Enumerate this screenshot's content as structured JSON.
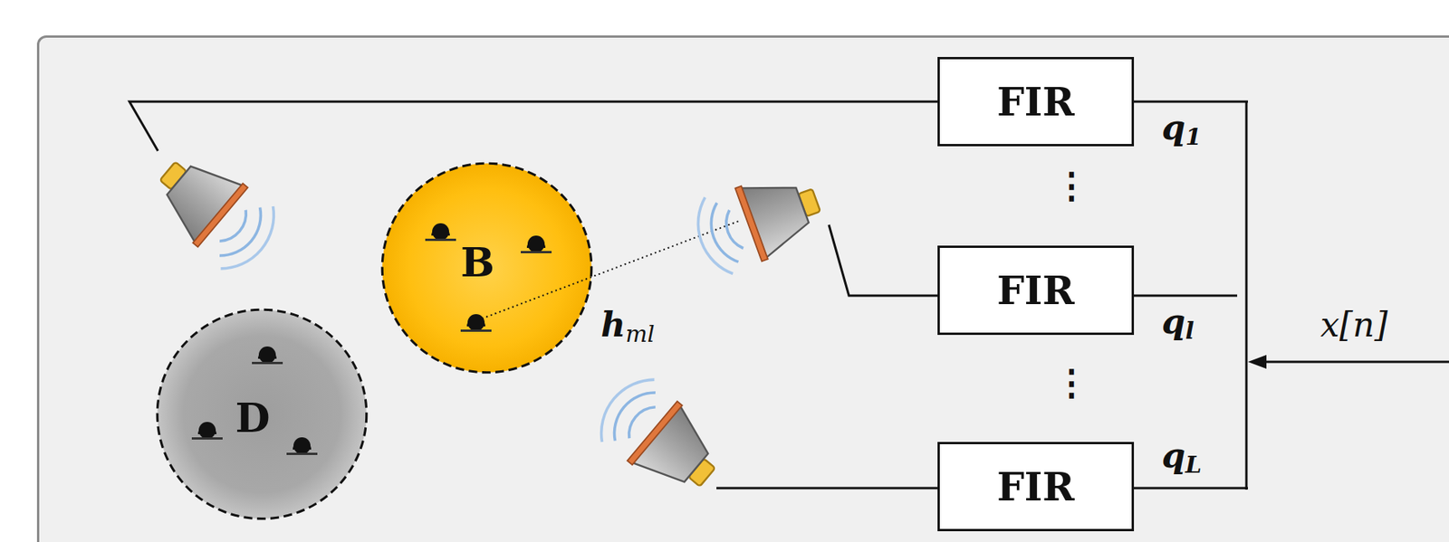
{
  "diagram": {
    "nodes": [
      {
        "text": [
          "FIR"
        ]
      },
      {
        "text": [
          "B"
        ]
      },
      {
        "text": [
          "FIR"
        ]
      },
      {
        "text": [
          "D"
        ]
      },
      {
        "text": [
          "FIR"
        ]
      }
    ],
    "labels": [
      "q1",
      "⋮",
      "ql",
      "⋮",
      "qL",
      "hml",
      "x[n]"
    ]
  }
}
